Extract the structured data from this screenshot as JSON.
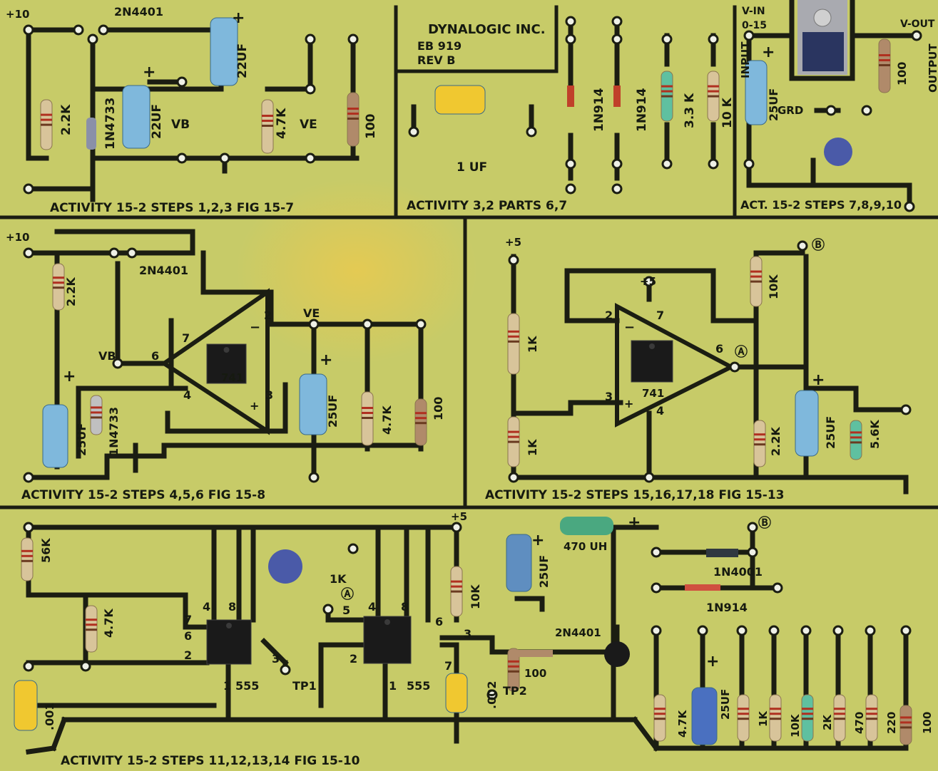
{
  "board": {
    "brand": "DYNALOGIC INC.",
    "model": "EB 919",
    "revision": "REV B"
  },
  "section_fig_15_7": {
    "caption": "ACTIVITY 15-2   STEPS 1,2,3   FIG 15-7",
    "supply": "+10",
    "transistor": "2N4401",
    "plus_a": "+",
    "plus_b": "+",
    "r1": "2.2K",
    "zener": "1N4733",
    "c1": "22UF",
    "vb": "VB",
    "c2": "22UF",
    "r2": "4.7K",
    "ve": "VE",
    "r3": "100"
  },
  "section_parts_6_7": {
    "caption": "ACTIVITY 3,2 PARTS 6,7",
    "cap": "1 UF",
    "d1": "1N914",
    "d2": "1N914",
    "r1": "3.3 K",
    "r2": "10 K"
  },
  "section_steps_7_10": {
    "caption": "ACT. 15-2 STEPS 7,8,9,10",
    "vin": "V-IN",
    "range": "0-15",
    "input": "INPUT",
    "plus": "+",
    "cap": "25UF",
    "grd": "GRD",
    "r1": "100",
    "vout": "V-OUT",
    "output": "OUTPUT"
  },
  "section_fig_15_8": {
    "caption": "ACTIVITY 15-2  STEPS 4,5,6  FIG 15-8",
    "supply": "+10",
    "r1": "2.2K",
    "transistor": "2N4401",
    "ve": "VE",
    "vb": "VB",
    "pin7": "7",
    "pin6": "6",
    "pin4": "4",
    "pin2": "2",
    "pin3": "3",
    "minus": "−",
    "plus_in": "+",
    "opamp": "741",
    "c1": "25UF",
    "zener": "1N4733",
    "c2": "25UF",
    "r2": "4.7K",
    "r3": "100",
    "plus_a": "+",
    "plus_b": "+"
  },
  "section_fig_15_13": {
    "caption": "ACTIVITY 15-2  STEPS  15,16,17,18  FIG 15-13",
    "supply_a": "+5",
    "supply_b": "+5",
    "r1": "10K",
    "pin2": "2",
    "pin7": "7",
    "r2": "1K",
    "pin6": "6",
    "node_a": "Ⓐ",
    "pin3": "3",
    "pin4": "4",
    "opamp": "741",
    "r3": "1K",
    "r4": "2.2K",
    "c1": "25UF",
    "r5": "5.6K",
    "node_b": "Ⓑ",
    "plus": "+",
    "minus": "−",
    "plus_in": "+"
  },
  "section_fig_15_10": {
    "caption": "ACTIVITY 15-2  STEPS  11,12,13,14  FIG 15-10",
    "r1": "56K",
    "r2": "4.7K",
    "t1_pin4": "4",
    "t1_pin8": "8",
    "t1_pin7": "7",
    "t1_pin6": "6",
    "t1_pin2": "2",
    "t1_pin3": "3",
    "t1_pin1": "1",
    "timer1": "555",
    "tp1": "TP1",
    "pot": "1K",
    "node_a": "Ⓐ",
    "t2_pin5": "5",
    "t2_pin4": "4",
    "t2_pin8": "8",
    "t2_pin6": "6",
    "t2_pin3": "3",
    "t2_pin2": "2",
    "t2_pin7": "7",
    "t2_pin1": "1",
    "timer2": "555",
    "supply": "+5",
    "r3": "10K",
    "c1": "25UF",
    "inductor": "470 UH",
    "plus_a": "+",
    "plus_b": "+",
    "transistor": "2N4401",
    "r4": "100",
    "tp2": "TP2",
    "c2": ".002",
    "c3": ".001",
    "node_b": "Ⓑ",
    "d1": "1N4001",
    "d2": "1N914",
    "bank": [
      "4.7K",
      "25UF",
      "1K",
      "10K",
      "2K",
      "470",
      "220",
      "100"
    ],
    "plus_c": "+"
  }
}
